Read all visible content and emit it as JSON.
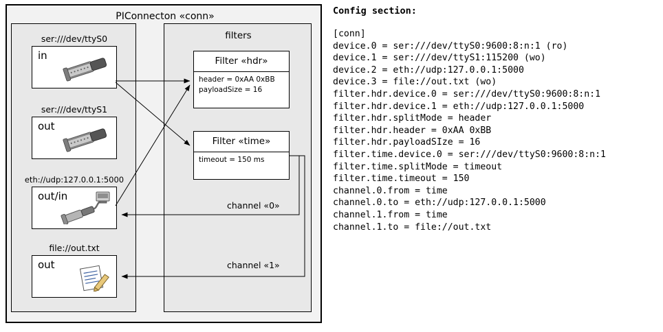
{
  "diagram": {
    "outer": {
      "title": "PIConnecton «conn»"
    },
    "ports_section": {
      "groups": [
        {
          "label": "ser:///dev/ttyS0",
          "io": "in",
          "icon": "serial-port-icon"
        },
        {
          "label": "ser:///dev/ttyS1",
          "io": "out",
          "icon": "serial-port-icon"
        },
        {
          "label": "eth://udp:127.0.0.1:5000",
          "io": "out/in",
          "icon": "network-plug-icon"
        },
        {
          "label": "file://out.txt",
          "io": "out",
          "icon": "text-file-icon"
        }
      ]
    },
    "filters_section": {
      "title": "filters",
      "filters": [
        {
          "title": "Filter «hdr»",
          "props": [
            "header = 0xAA 0xBB",
            "payloadSize = 16"
          ]
        },
        {
          "title": "Filter «time»",
          "props": [
            "timeout = 150 ms"
          ]
        }
      ],
      "channels": [
        {
          "label": "channel «0»"
        },
        {
          "label": "channel «1»"
        }
      ]
    }
  },
  "config": {
    "heading": "Config section:",
    "text": "[conn]\ndevice.0 = ser:///dev/ttyS0:9600:8:n:1 (ro)\ndevice.1 = ser:///dev/ttyS1:115200 (wo)\ndevice.2 = eth://udp:127.0.0.1:5000\ndevice.3 = file://out.txt (wo)\nfilter.hdr.device.0 = ser:///dev/ttyS0:9600:8:n:1\nfilter.hdr.device.1 = eth://udp:127.0.0.1:5000\nfilter.hdr.splitMode = header\nfilter.hdr.header = 0xAA 0xBB\nfilter.hdr.payloadSIze = 16\nfilter.time.device.0 = ser:///dev/ttyS0:9600:8:n:1\nfilter.time.splitMode = timeout\nfilter.time.timeout = 150\nchannel.0.from = time\nchannel.0.to = eth://udp:127.0.0.1:5000\nchannel.1.from = time\nchannel.1.to = file://out.txt"
  },
  "colors": {
    "outer_bg": "#f2f2f2",
    "inner_bg": "#e8e8e8",
    "card_bg": "#ffffff",
    "stroke": "#000000"
  }
}
